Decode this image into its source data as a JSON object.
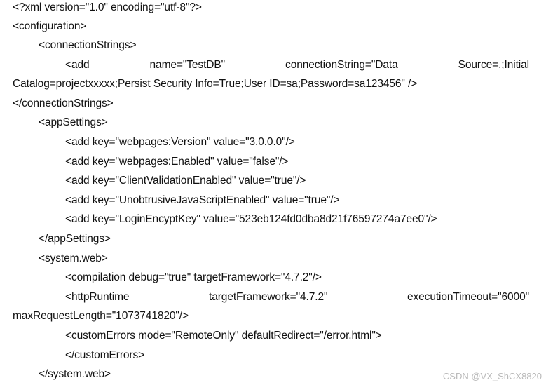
{
  "lines": [
    "<?xml version=\"1.0\" encoding=\"utf-8\"?>",
    "<configuration>",
    "<connectionStrings>",
    "<add",
    "name=\"TestDB\"",
    "connectionString=\"Data",
    "Source=.;Initial",
    "Catalog=projectxxxxx;Persist Security Info=True;User ID=sa;Password=sa123456\" />",
    "</connectionStrings>",
    "<appSettings>",
    "<add key=\"webpages:Version\" value=\"3.0.0.0\"/>",
    "<add key=\"webpages:Enabled\" value=\"false\"/>",
    "<add key=\"ClientValidationEnabled\" value=\"true\"/>",
    "<add key=\"UnobtrusiveJavaScriptEnabled\" value=\"true\"/>",
    "<add key=\"LoginEncyptKey\" value=\"523eb124fd0dba8d21f76597274a7ee0\"/>",
    "</appSettings>",
    "<system.web>",
    "<compilation debug=\"true\" targetFramework=\"4.7.2\"/>",
    "<httpRuntime",
    "targetFramework=\"4.7.2\"",
    "executionTimeout=\"6000\"",
    "maxRequestLength=\"1073741820\"/>",
    "<customErrors mode=\"RemoteOnly\" defaultRedirect=\"/error.html\">",
    "</customErrors>",
    "</system.web>"
  ],
  "watermark": "CSDN @VX_ShCX8820"
}
